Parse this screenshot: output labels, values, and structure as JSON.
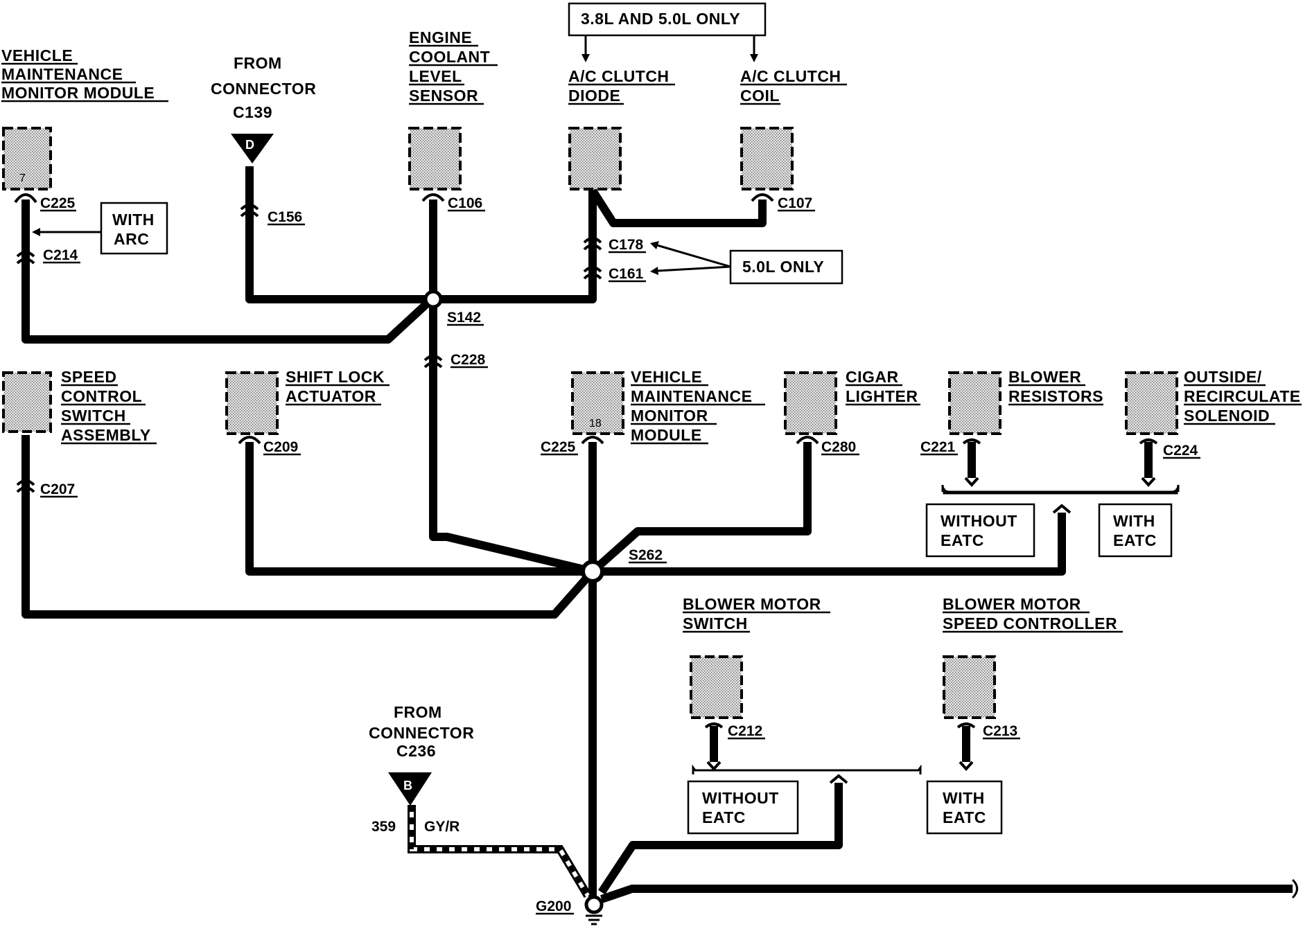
{
  "notes": {
    "engine_note": "3.8L AND 5.0L ONLY",
    "with_arc": [
      "WITH",
      "ARC"
    ],
    "only_5_0": "5.0L ONLY",
    "without_eatc": [
      "WITHOUT",
      "EATC"
    ],
    "with_eatc": [
      "WITH",
      "EATC"
    ]
  },
  "components": {
    "vmm_top": [
      "VEHICLE",
      "MAINTENANCE",
      "MONITOR MODULE"
    ],
    "vmm_top_pin": "7",
    "from_c139": [
      "FROM",
      "CONNECTOR",
      "C139"
    ],
    "from_c139_pin": "D",
    "coolant": [
      "ENGINE",
      "COOLANT",
      "LEVEL",
      "SENSOR"
    ],
    "ac_diode": [
      "A/C CLUTCH",
      "DIODE"
    ],
    "ac_coil": [
      "A/C CLUTCH",
      "COIL"
    ],
    "speed_ctrl": [
      "SPEED",
      "CONTROL",
      "SWITCH",
      "ASSEMBLY"
    ],
    "shift_lock": [
      "SHIFT LOCK",
      "ACTUATOR"
    ],
    "vmm_mid": [
      "VEHICLE",
      "MAINTENANCE",
      "MONITOR",
      "MODULE"
    ],
    "vmm_mid_pin": "18",
    "cigar": [
      "CIGAR",
      "LIGHTER"
    ],
    "blower_res": [
      "BLOWER",
      "RESISTORS"
    ],
    "outside": [
      "OUTSIDE/",
      "RECIRCULATE",
      "SOLENOID"
    ],
    "blower_sw": [
      "BLOWER MOTOR",
      "SWITCH"
    ],
    "blower_spd": [
      "BLOWER MOTOR",
      "SPEED CONTROLLER"
    ],
    "from_c236": [
      "FROM",
      "CONNECTOR",
      "C236"
    ],
    "from_c236_pin": "B",
    "wire_num": "359",
    "wire_color": "GY/R"
  },
  "connectors": {
    "c225a": "C225",
    "c214": "C214",
    "c156": "C156",
    "c106": "C106",
    "c107": "C107",
    "c178": "C178",
    "c161": "C161",
    "s142": "S142",
    "c228": "C228",
    "c209": "C209",
    "c207": "C207",
    "c225b": "C225",
    "c280": "C280",
    "c221": "C221",
    "c224": "C224",
    "s262": "S262",
    "c212": "C212",
    "c213": "C213",
    "g200": "G200"
  }
}
